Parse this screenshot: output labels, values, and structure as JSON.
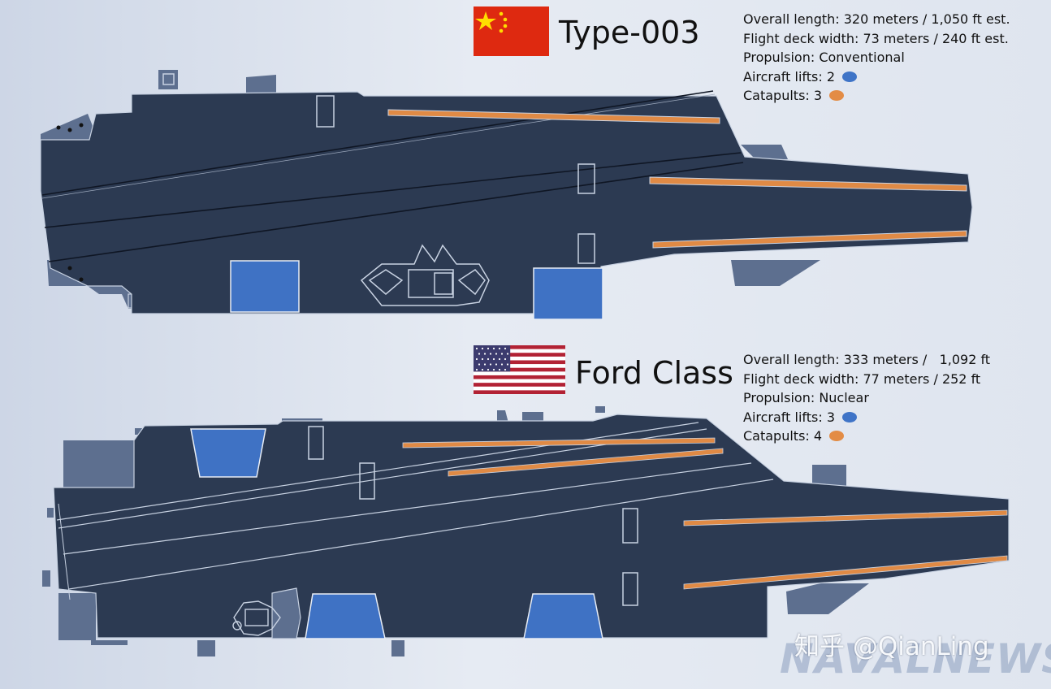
{
  "colors": {
    "hull": "#2c3a52",
    "sponson": "#5d6f8f",
    "lift": "#3f72c4",
    "catapult": "#e08a45",
    "lift_dot": "#3f74c7",
    "catapult_dot": "#e38c45"
  },
  "type003": {
    "title": "Type-003",
    "flag": "china-flag-icon",
    "specs": {
      "length": "Overall length: 320 meters / 1,050 ft est.",
      "width": "Flight deck width: 73 meters / 240 ft est.",
      "propulsion": "Propulsion: Conventional",
      "lifts": "Aircraft lifts: 2",
      "catapults": "Catapults: 3"
    },
    "lift_count": 2,
    "catapult_count": 3
  },
  "ford": {
    "title": "Ford Class",
    "flag": "usa-flag-icon",
    "specs": {
      "length": "Overall length: 333 meters /   1,092 ft",
      "width": "Flight deck width: 77 meters / 252 ft",
      "propulsion": "Propulsion: Nuclear",
      "lifts": "Aircraft lifts: 3",
      "catapults": "Catapults: 4"
    },
    "lift_count": 3,
    "catapult_count": 4
  },
  "watermark": {
    "zhihu": "知乎 @QianLing",
    "navalnews": "NAVALNEWS"
  }
}
